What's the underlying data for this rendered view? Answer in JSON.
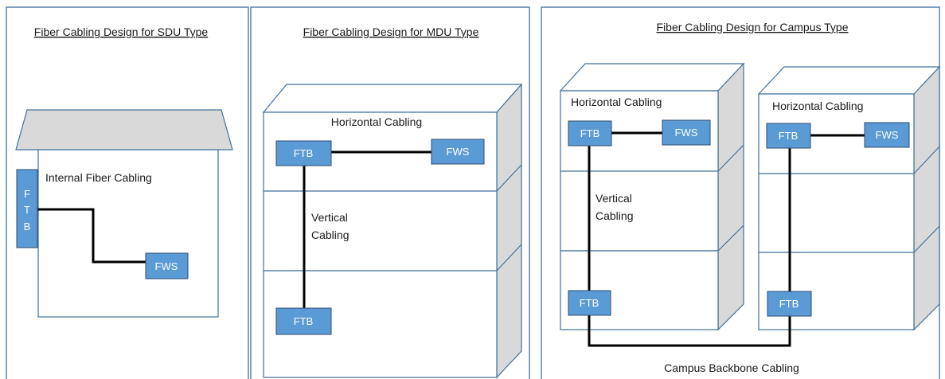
{
  "panels": {
    "sdu": {
      "title": "Fiber Cabling Design for SDU Type",
      "internal_label": "Internal Fiber Cabling",
      "ftb_letters": [
        "F",
        "T",
        "B"
      ],
      "fws_label": "FWS"
    },
    "mdu": {
      "title": "Fiber Cabling Design for MDU Type",
      "horizontal_label": "Horizontal Cabling",
      "vertical_label_line1": "Vertical",
      "vertical_label_line2": "Cabling",
      "ftb_top": "FTB",
      "fws": "FWS",
      "ftb_bottom": "FTB"
    },
    "campus": {
      "title": "Fiber Cabling Design for Campus Type",
      "left_horizontal_label": "Horizontal Cabling",
      "right_horizontal_label": "Horizontal Cabling",
      "vertical_label_line1": "Vertical",
      "vertical_label_line2": "Cabling",
      "left_ftb_top": "FTB",
      "left_fws": "FWS",
      "left_ftb_bottom": "FTB",
      "right_ftb_top": "FTB",
      "right_fws": "FWS",
      "right_ftb_bottom": "FTB",
      "backbone_label": "Campus Backbone Cabling"
    }
  },
  "colors": {
    "box_fill": "#5b9bd5",
    "frame_stroke": "#41719c",
    "side_fill": "#d9d9d9",
    "cable": "#000000"
  }
}
